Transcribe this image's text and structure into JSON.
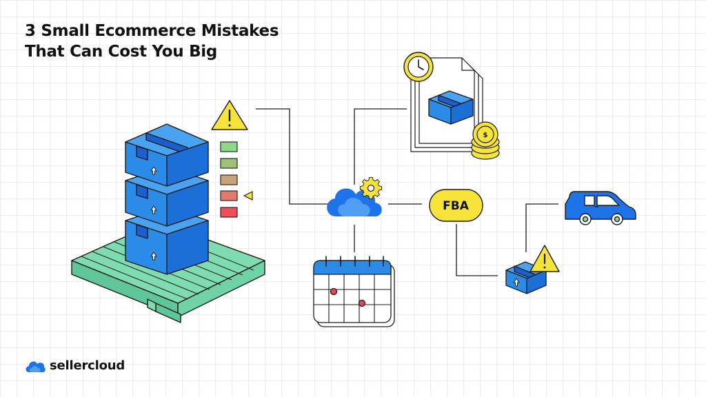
{
  "title": {
    "line1": "3 Small Ecommerce Mistakes",
    "line2": "That Can Cost You Big"
  },
  "fba": {
    "label": "FBA"
  },
  "money": {
    "symbol": "$"
  },
  "brand": {
    "name": "sellercloud"
  },
  "colors": {
    "box_blue": "#2b8ce8",
    "box_dark": "#1c6fd6",
    "box_tape": "#1a5fd0",
    "pallet_green": "#7fdcb1",
    "warning_yellow": "#f7e43a",
    "fba_yellow": "#f7e43a",
    "coin_yellow": "#f7e43a",
    "cloud_blue": "#1f73e8",
    "gear_yellow": "#f7e43a",
    "calendar_blue": "#2b8ce8",
    "marker_red": "#e5484d",
    "line_dark": "#1a1a1a"
  },
  "stock_levels": [
    "#8fd88a",
    "#9ec27a",
    "#c9a27a",
    "#e07a6a",
    "#ef4f57"
  ],
  "icons": {
    "warning": "warning-icon",
    "clock": "clock-icon",
    "document": "document-icon",
    "coin": "coin-stack-icon",
    "cloud": "cloud-icon",
    "gear": "gear-icon",
    "calendar": "calendar-icon",
    "van": "van-icon",
    "pallet": "pallet-icon",
    "box": "box-icon"
  }
}
